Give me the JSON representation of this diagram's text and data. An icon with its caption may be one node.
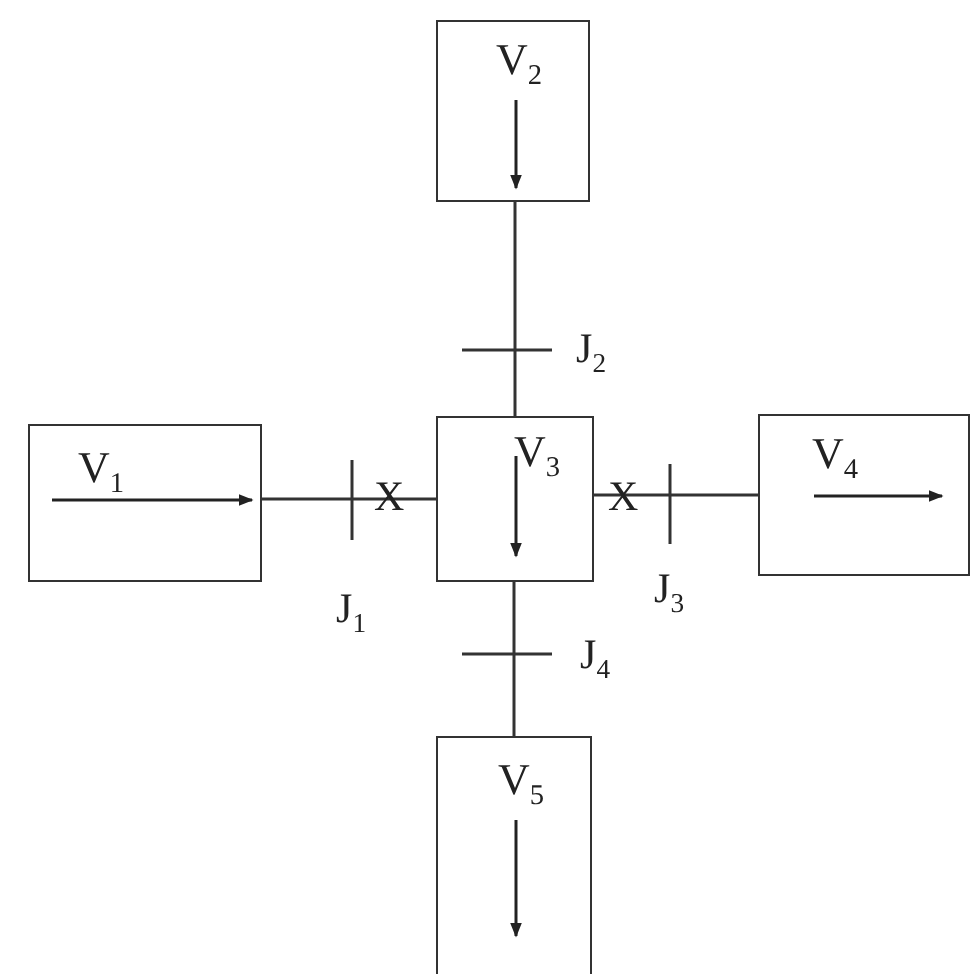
{
  "diagram": {
    "nodes": [
      {
        "text": [
          "V$_{2}$"
        ]
      },
      {
        "text": [
          "V$_{1}$"
        ]
      },
      {
        "text": [
          "V$_{3}$"
        ]
      },
      {
        "text": [
          "V$_{4}$"
        ]
      },
      {
        "text": [
          "V$_{5}$"
        ]
      }
    ],
    "edges": [
      {
        "from": 0,
        "to": 2,
        "arrow": "none"
      },
      {
        "from": 1,
        "to": 2,
        "arrow": "none"
      },
      {
        "from": 2,
        "to": 3,
        "arrow": "none"
      },
      {
        "from": 2,
        "to": 4,
        "arrow": "none"
      }
    ],
    "labels": [
      "J$_{2}$",
      "X",
      "X",
      "J$_{1}$",
      "J$_{3}$",
      "J$_{4}$"
    ]
  }
}
